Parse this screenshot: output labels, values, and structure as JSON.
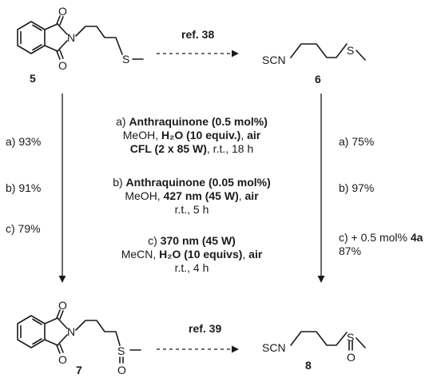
{
  "compounds": {
    "c5": "5",
    "c6": "6",
    "c7": "7",
    "c8": "8"
  },
  "atoms": {
    "O": "O",
    "N": "N",
    "S": "S",
    "SCN": "SCN"
  },
  "refs": {
    "top": "ref. 38",
    "bottom": "ref. 39"
  },
  "left_yields": [
    "a) 93%",
    "b) 91%",
    "c) 79%"
  ],
  "right_yields": {
    "a": "a) 75%",
    "b": "b) 97%",
    "c_pre": "c) + 0.5 mol% ",
    "c_bold": "4a",
    "c_post": "87%"
  },
  "conditions": {
    "a": {
      "l1_pre": "a) ",
      "l1_bold": "Anthraquinone (0.5 mol%)",
      "l2_pre": "MeOH, ",
      "l2_bold1": "H₂O (10 equiv.)",
      "l2_mid": ", ",
      "l2_bold2": "air",
      "l3_bold": "CFL (2 x 85 W)",
      "l3_post": ", r.t., 18 h"
    },
    "b": {
      "l1_pre": "b) ",
      "l1_bold": "Anthraquinone (0.05 mol%)",
      "l2_pre": "MeOH, ",
      "l2_bold1": "427 nm (45 W)",
      "l2_mid": ", ",
      "l2_bold2": "air",
      "l3": "r.t., 5 h"
    },
    "c": {
      "l1_pre": "c) ",
      "l1_bold": "370 nm (45 W)",
      "l2_pre": "MeCN, ",
      "l2_bold1": "H₂O (10 equivs)",
      "l2_mid": ", ",
      "l2_bold2": "air",
      "l3": "r.t., 4 h"
    }
  }
}
